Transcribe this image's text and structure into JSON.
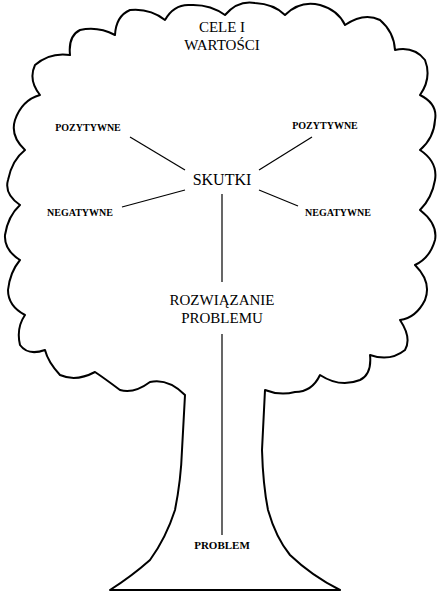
{
  "diagram": {
    "labels": [
      "CELE I WARTOŚCI",
      "POZYTYWNE",
      "POZYTYWNE",
      "SKUTKI",
      "NEGATYWNE",
      "NEGATYWNE",
      "ROZWIĄZANIE PROBLEMU",
      "PROBLEM"
    ]
  }
}
